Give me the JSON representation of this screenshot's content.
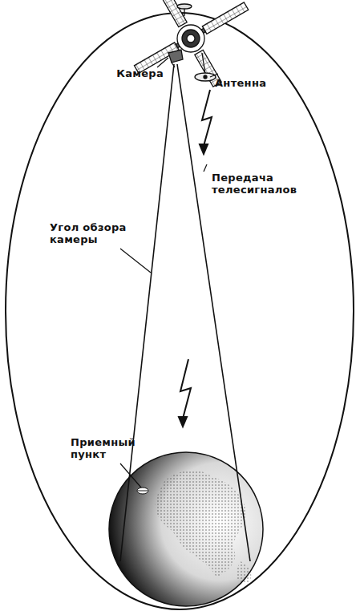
{
  "diagram": {
    "labels": [
      "Камера",
      "Антенна",
      "Передача телесигналов",
      "Угол обзора камеры",
      "Приемный пункт"
    ]
  }
}
